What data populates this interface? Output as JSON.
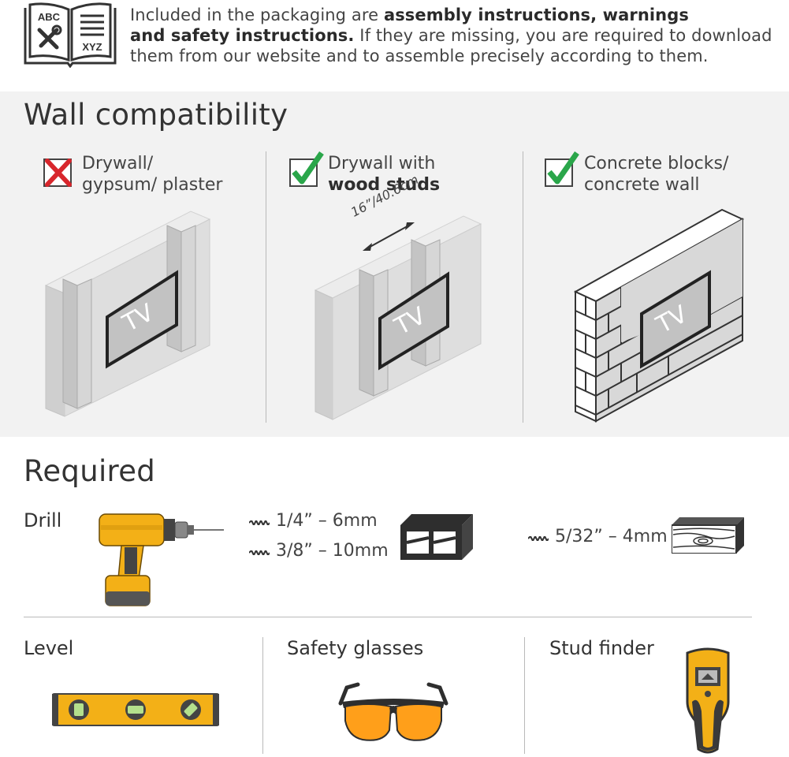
{
  "manual_icon": {
    "top_label": "ABC",
    "bottom_label": "XYZ"
  },
  "notice": {
    "line1_regular": "Included in the packaging are ",
    "line1_bold": "assembly instructions, warnings",
    "line2_bold": "and safety instructions.",
    "line2_regular": " If they are missing, you are required to download",
    "line3_regular": "them from our website and to assemble precisely according to them."
  },
  "wall_compatibility": {
    "title": "Wall compatibility",
    "options": [
      {
        "status": "incompatible",
        "line1": "Drywall/",
        "line2_regular": "gypsum/ plaster",
        "line2_bold": ""
      },
      {
        "status": "compatible",
        "line1": "Drywall with",
        "line2_regular": "",
        "line2_bold": "wood studs",
        "stud_spacing": "16”/40.6cm"
      },
      {
        "status": "compatible",
        "line1": "Concrete blocks/",
        "line2_regular": "concrete wall",
        "line2_bold": ""
      }
    ],
    "tv_label": "TV"
  },
  "required": {
    "title": "Required",
    "drill": {
      "label": "Drill",
      "bit_sizes_concrete": [
        "1/4” – 6mm",
        "3/8” – 10mm"
      ],
      "bit_size_wood": "5/32” – 4mm"
    },
    "tools": [
      {
        "label": "Level"
      },
      {
        "label": "Safety glasses"
      },
      {
        "label": "Stud finder"
      }
    ]
  },
  "colors": {
    "accent_yellow": "#f3b017",
    "accent_orange": "#ff9f1a",
    "check_green": "#2aa64a",
    "cross_red": "#d8262c",
    "dark": "#333333"
  }
}
